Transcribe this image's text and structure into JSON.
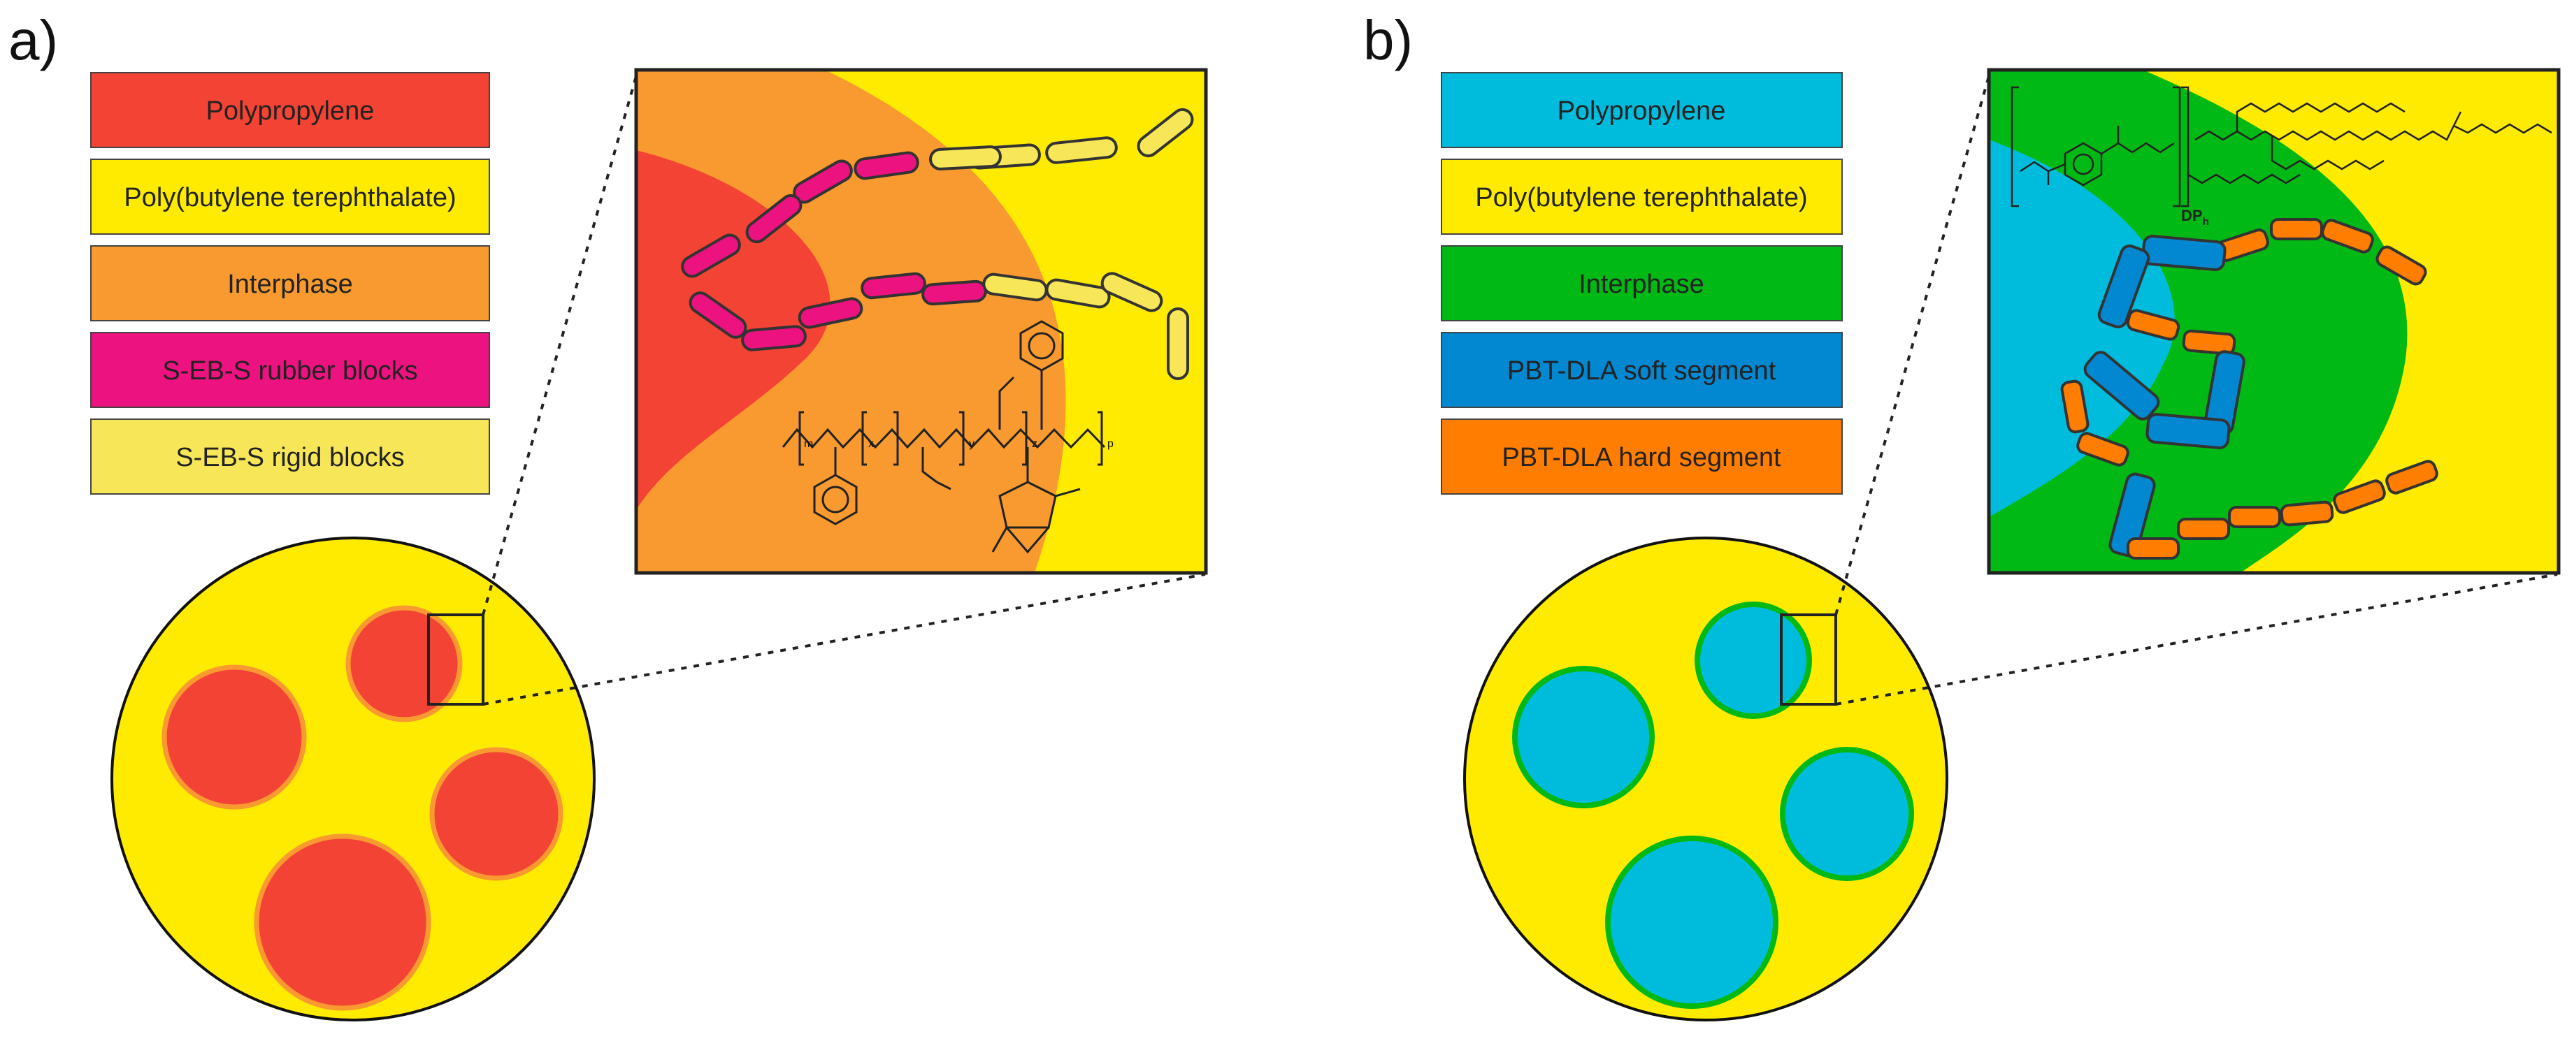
{
  "panels": [
    {
      "label": "a)",
      "colors": {
        "matrix": "#FFEB00",
        "dispersed": "#F34334",
        "interphase": "#F99A30",
        "rubber": "#EC127F",
        "rigid": "#F7E758"
      },
      "legend": [
        {
          "label": "Polypropylene",
          "color": "#F34334"
        },
        {
          "label": "Poly(butylene terephthalate)",
          "color": "#FFEB00"
        },
        {
          "label": "Interphase",
          "color": "#F99A30"
        },
        {
          "label": "S-EB-S rubber blocks",
          "color": "#EC127F"
        },
        {
          "label": "S-EB-S rigid blocks",
          "color": "#F7E758"
        }
      ],
      "chem_subscripts": [
        "m",
        "x",
        "y",
        "z",
        "p"
      ]
    },
    {
      "label": "b)",
      "colors": {
        "matrix": "#FFEB00",
        "dispersed": "#00BCDC",
        "interphase": "#00B914",
        "soft": "#0288D1",
        "hard": "#FF7D00"
      },
      "legend": [
        {
          "label": "Polypropylene",
          "color": "#00BCDC"
        },
        {
          "label": "Poly(butylene terephthalate)",
          "color": "#FFEB00"
        },
        {
          "label": "Interphase",
          "color": "#00B914"
        },
        {
          "label": "PBT-DLA soft segment",
          "color": "#0288D1"
        },
        {
          "label": "PBT-DLA hard segment",
          "color": "#FF7D00"
        }
      ],
      "chem_label": "DP",
      "chem_label_sub": "h"
    }
  ]
}
